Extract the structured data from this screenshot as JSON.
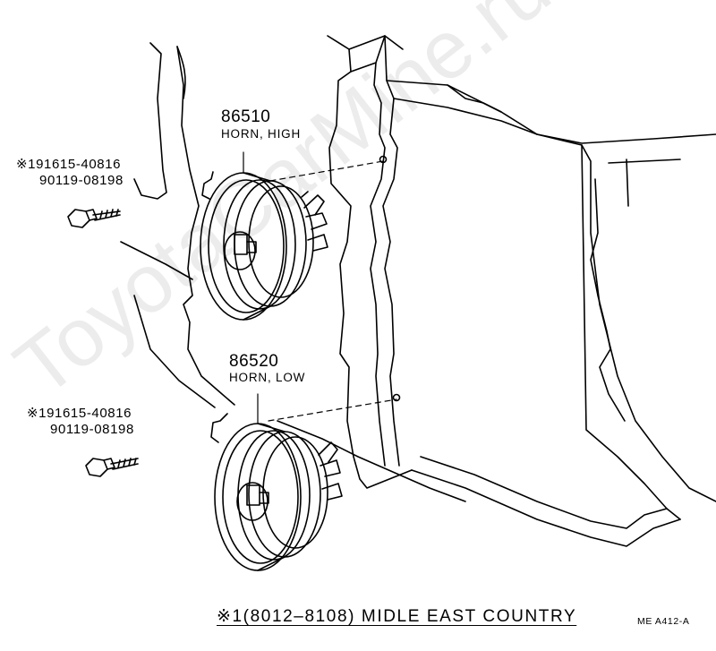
{
  "parts": {
    "horn_high": {
      "part_no": "86510",
      "name": "HORN, HIGH"
    },
    "horn_low": {
      "part_no": "86520",
      "name": "HORN, LOW"
    },
    "bolt_upper": {
      "alt_part_no": "※191615-40816",
      "part_no": "90119-08198"
    },
    "bolt_lower": {
      "alt_part_no": "※191615-40816",
      "part_no": "90119-08198"
    }
  },
  "footnote": "※1(8012–8108) MIDLE  EAST  COUNTRY",
  "diagram_code": "ME  A412-A",
  "watermark": "ToyotaCarMine.ru"
}
